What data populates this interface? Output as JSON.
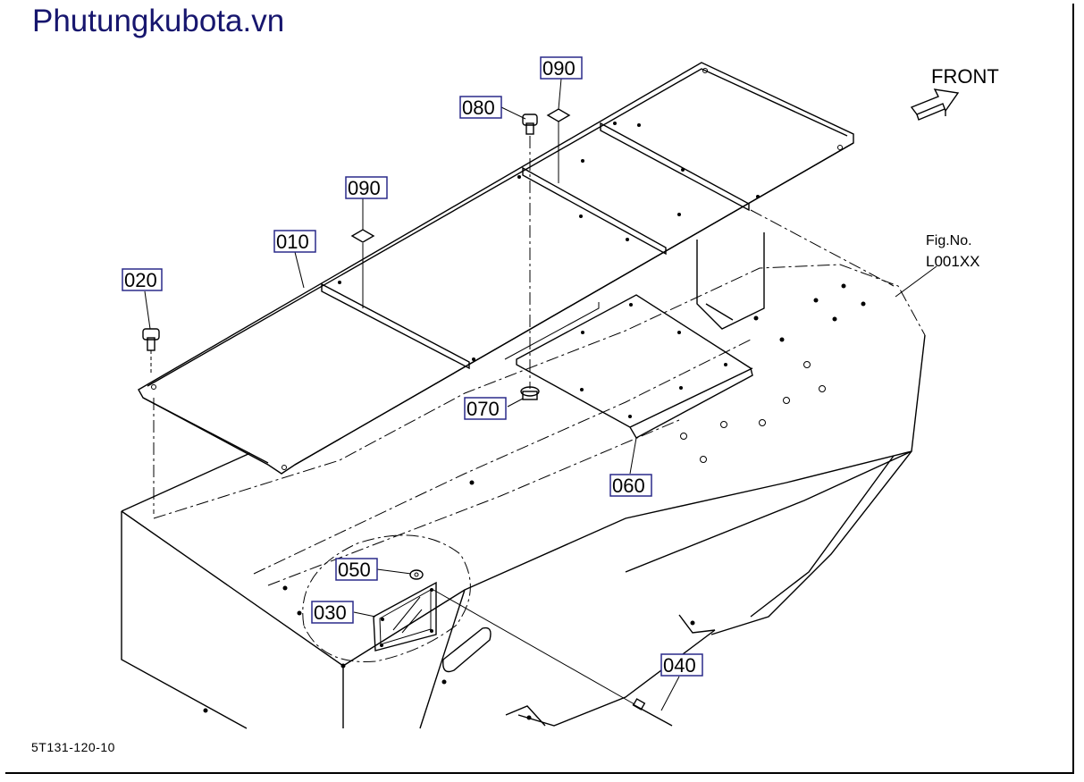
{
  "site_title": "Phutungkubota.vn",
  "drawing_code": "5T131-120-10",
  "front_label": "FRONT",
  "fig_no": {
    "label": "Fig.No.",
    "value": "L001XX"
  },
  "callouts": {
    "c010": "010",
    "c020": "020",
    "c030": "030",
    "c040": "040",
    "c050": "050",
    "c060": "060",
    "c070": "070",
    "c080": "080",
    "c090a": "090",
    "c090b": "090"
  }
}
